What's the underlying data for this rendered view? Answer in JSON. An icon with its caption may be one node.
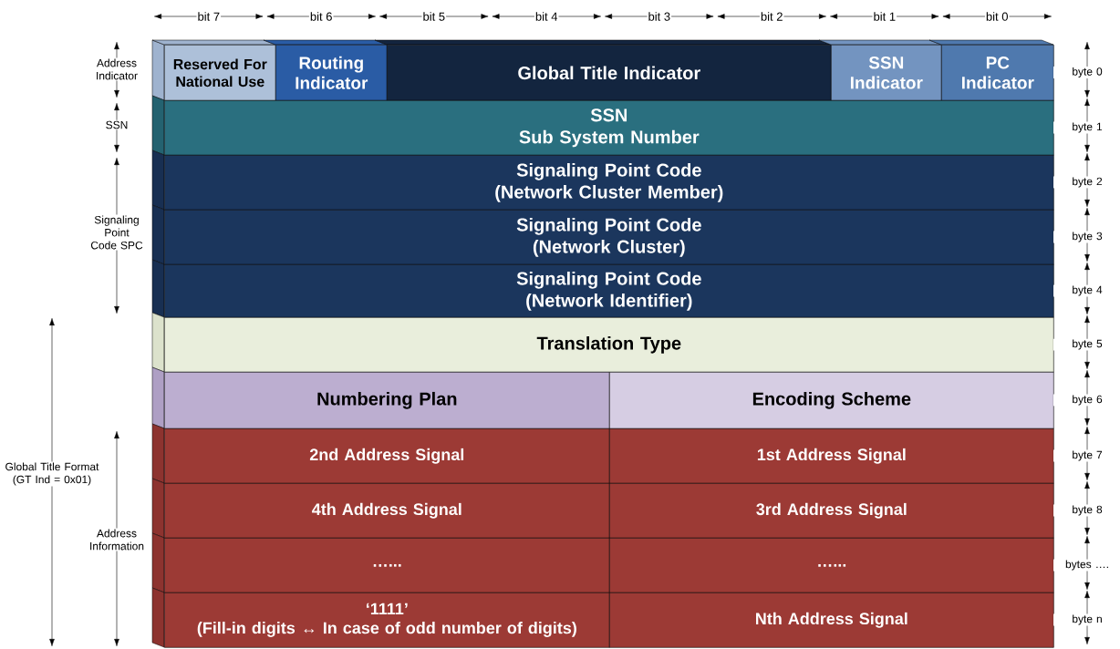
{
  "diagram": {
    "nodes": [
      {
        "text": [
          "Reserved For National Use"
        ]
      },
      {
        "text": [
          "Routing Indicator"
        ]
      },
      {
        "text": [
          "Global Title Indicator"
        ]
      },
      {
        "text": [
          "SSN Indicator"
        ]
      },
      {
        "text": [
          "PC Indicator"
        ]
      },
      {
        "text": [
          "SSN",
          "Sub System Number"
        ]
      },
      {
        "text": [
          "Signaling Point Code",
          "(Network Cluster Member)"
        ]
      },
      {
        "text": [
          "Signaling Point Code",
          "(Network Cluster)"
        ]
      },
      {
        "text": [
          "Signaling Point Code",
          "(Network Identifier)"
        ]
      },
      {
        "text": [
          "Translation Type"
        ]
      },
      {
        "text": [
          "Numbering Plan"
        ]
      },
      {
        "text": [
          "Encoding Scheme"
        ]
      },
      {
        "text": [
          "2nd Address Signal"
        ]
      },
      {
        "text": [
          "1st Address Signal"
        ]
      },
      {
        "text": [
          "4th Address Signal"
        ]
      },
      {
        "text": [
          "3rd Address Signal"
        ]
      },
      {
        "text": [
          "…..."
        ]
      },
      {
        "text": [
          "…..."
        ]
      },
      {
        "text": [
          "‘1111’",
          "(Fill-in digits ↔ In case of odd number of digits)"
        ]
      },
      {
        "text": [
          "Nth Address Signal"
        ]
      }
    ],
    "labels": [
      "bit 7",
      "bit 6",
      "bit 5",
      "bit 4",
      "bit 3",
      "bit 2",
      "bit 1",
      "bit 0",
      "Address Indicator",
      "SSN",
      "Signaling Point Code SPC",
      "Global Title Format (GT Ind = 0x01)",
      "Address Information",
      "byte 0",
      "byte 1",
      "byte 2",
      "byte 3",
      "byte 4",
      "byte 5",
      "byte 6",
      "byte 7",
      "byte 8",
      "bytes ….",
      "byte n"
    ]
  }
}
